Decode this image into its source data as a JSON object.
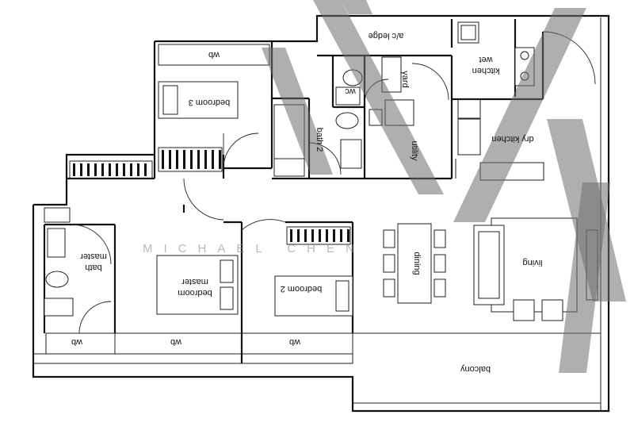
{
  "rooms": {
    "ac_ledge": "a/c ledge",
    "wet_kitchen_line1": "wet",
    "wet_kitchen_line2": "kitchen",
    "wc": "wc",
    "yard": "yard",
    "bedroom3": "bedroom 3",
    "bath2": "bath 2",
    "utility": "utility",
    "dry_kitchen": "dry kitchen",
    "master_bath_line1": "master",
    "master_bath_line2": "bath",
    "master_bedroom_line1": "master",
    "master_bedroom_line2": "bedroom",
    "bedroom2": "bedroom 2",
    "dining": "dining",
    "living": "living",
    "balcony": "balcony"
  },
  "wardrobes": {
    "bedroom3": "wb",
    "master_bath": "wb",
    "master_bedroom": "wb",
    "bedroom2": "wb"
  },
  "watermark": {
    "text": "MICHAEL CHEN"
  }
}
